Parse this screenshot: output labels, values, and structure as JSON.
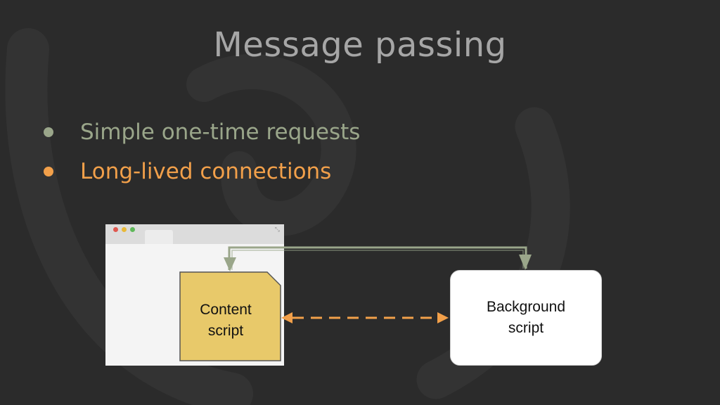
{
  "title": "Message passing",
  "bullets": [
    {
      "text": "Simple one-time requests",
      "color": "#9aa68a"
    },
    {
      "text": "Long-lived connections",
      "color": "#f2a04a"
    }
  ],
  "diagram": {
    "content_script": {
      "line1": "Content",
      "line2": "script",
      "fill": "#e8c96a"
    },
    "background_script": {
      "line1": "Background",
      "line2": "script",
      "fill": "#ffffff"
    },
    "connector_colors": {
      "one_time": "#9aa68a",
      "long_lived": "#f2a04a"
    }
  }
}
